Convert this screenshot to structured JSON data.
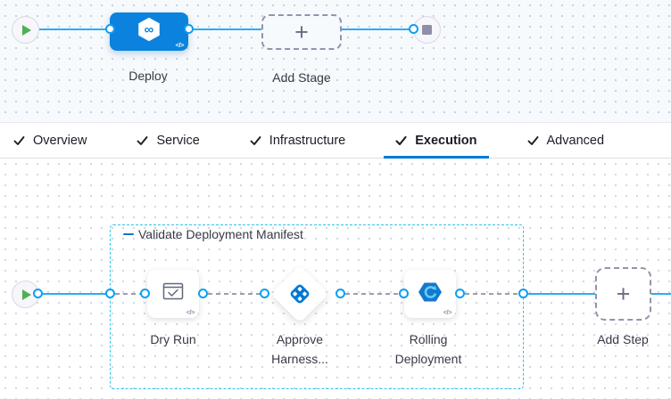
{
  "icons": {
    "plus_glyph": "+",
    "code_glyph": "</>",
    "infinity_glyph": "∞"
  },
  "colors": {
    "accent_blue": "#0278d5",
    "stage_blue": "#0b82dd",
    "line_blue": "#2bacf2",
    "group_border_cyan": "#2cc5e8",
    "success_green": "#4eb052",
    "dashed_gray": "#9b9db1"
  },
  "stage_pipeline": {
    "stage_label": "Deploy",
    "add_stage_label": "Add Stage"
  },
  "tabs": [
    {
      "label": "Overview",
      "checked": true,
      "active": false
    },
    {
      "label": "Service",
      "checked": true,
      "active": false
    },
    {
      "label": "Infrastructure",
      "checked": true,
      "active": false
    },
    {
      "label": "Execution",
      "checked": true,
      "active": true
    },
    {
      "label": "Advanced",
      "checked": true,
      "active": false
    }
  ],
  "execution": {
    "group_label": "Validate Deployment Manifest",
    "steps": [
      {
        "label": "Dry Run",
        "shape": "box",
        "icon": "dry-run-icon"
      },
      {
        "label": "Approve Harness...",
        "shape": "diamond",
        "icon": "approval-icon"
      },
      {
        "label": "Rolling Deployment",
        "shape": "box",
        "icon": "rolling-deployment-icon"
      }
    ],
    "add_step_label": "Add Step"
  }
}
